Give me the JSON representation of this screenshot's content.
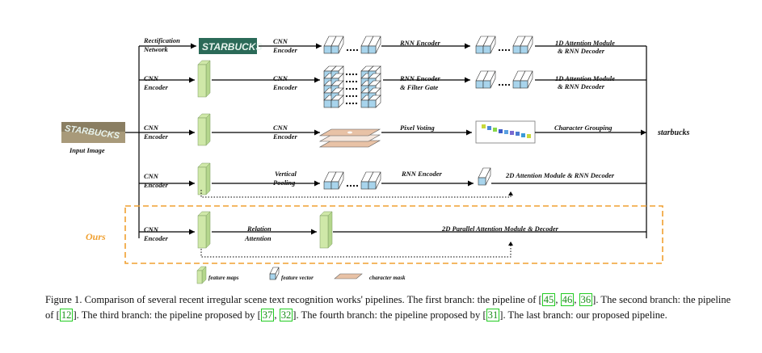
{
  "input": {
    "label": "Input Image",
    "word_image_text": "STARBUCKS"
  },
  "output_label": "starbucks",
  "ours_label": "Ours",
  "branch1": {
    "rectification": [
      "Rectification",
      "Network"
    ],
    "rectified_text": "STARBUCKS",
    "cnn": [
      "CNN",
      "Encoder"
    ],
    "rnn": "RNN Encoder",
    "decoder": [
      "1D Attention Module",
      "& RNN Decoder"
    ]
  },
  "branch2": {
    "cnn1": [
      "CNN",
      "Encoder"
    ],
    "cnn2": [
      "CNN",
      "Encoder"
    ],
    "rnn": [
      "RNN Encoder",
      "& Filter Gate"
    ],
    "decoder": [
      "1D Attention Module",
      "& RNN Decoder"
    ]
  },
  "branch3": {
    "cnn1": [
      "CNN",
      "Encoder"
    ],
    "cnn2": [
      "CNN",
      "Encoder"
    ],
    "voting": "Pixel Voting",
    "grouping": "Character Grouping"
  },
  "branch4": {
    "cnn": [
      "CNN",
      "Encoder"
    ],
    "pooling": [
      "Vertical",
      "Pooling"
    ],
    "rnn": "RNN Encoder",
    "decoder": "2D Attention Module & RNN Decoder"
  },
  "branch5": {
    "cnn": [
      "CNN",
      "Encoder"
    ],
    "relation": [
      "Relation",
      "Attention"
    ],
    "decoder": "2D Parallel Attention Module &  Decoder"
  },
  "legend": {
    "feature_maps": "feature maps",
    "feature_vector": "feature vector",
    "character_mask": "character mask"
  },
  "caption": {
    "lead": "Figure 1. Comparison of several recent irregular scene text recognition works' pipelines. The first branch: the pipeline of ",
    "refs1": [
      "45",
      "46",
      "36"
    ],
    "mid1": ". The second branch: the pipeline of ",
    "refs2": [
      "12"
    ],
    "mid2": ". The third branch: the pipeline proposed by ",
    "refs3": [
      "37",
      "32"
    ],
    "mid3": ". The fourth branch: the pipeline proposed by ",
    "refs4": [
      "31"
    ],
    "tail": ". The last branch: our proposed pipeline."
  },
  "colors": {
    "ours_border": "#f0a030",
    "feature_map": "#cfe8a8",
    "feature_vector": "#a8d4ec",
    "character_mask": "#e8c2a6",
    "ref_border": "#22cc22"
  }
}
